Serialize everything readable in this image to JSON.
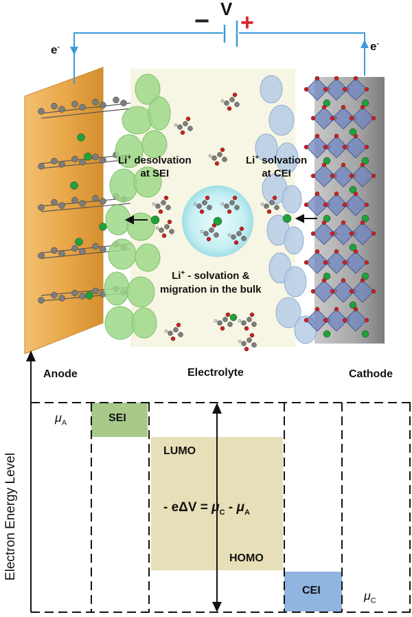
{
  "circuit": {
    "voltage_label": "V",
    "minus_sign": "−",
    "plus_sign": "+",
    "electron_left": "e",
    "electron_right": "e",
    "electron_charge": "-"
  },
  "annotations": {
    "desolvation_ion": "Li",
    "desolvation_ion_charge": "+",
    "desolvation_text_1": " desolvation",
    "desolvation_text_2": "at SEI",
    "solvation_ion": "Li",
    "solvation_ion_charge": "+",
    "solvation_text_1": " solvation",
    "solvation_text_2": "at CEI",
    "bulk_ion": "Li",
    "bulk_ion_charge": "+",
    "bulk_text_1": " - solvation &",
    "bulk_text_2": "migration in the bulk"
  },
  "energy_diagram": {
    "y_axis_label": "Electron Energy Level",
    "anode_label": "Anode",
    "electrolyte_label": "Electrolyte",
    "cathode_label": "Cathode",
    "mu_symbol": "μ",
    "mu_a_sub": "A",
    "mu_c_sub": "C",
    "sei_label": "SEI",
    "cei_label": "CEI",
    "lumo_label": "LUMO",
    "homo_label": "HOMO",
    "equation_prefix": "- eΔV = ",
    "equation_mu_c_sub": "C",
    "equation_minus": " - ",
    "equation_mu_a_sub": "A"
  },
  "colors": {
    "wire": "#3a9ad9",
    "minus": "#222222",
    "plus": "#d9222a",
    "anode_plate": "#e9a84a",
    "cathode_plate": "#a9a9a9",
    "sei": "#8fd07c",
    "cei": "#a9c3df",
    "electrolyte_bg": "#f7f5e3",
    "lithium": "#1ea23a",
    "oxygen": "#d41c1c",
    "carbon": "#7d7d7d",
    "sei_box": "#a8c98a",
    "gap_box": "#e6dfb7",
    "cei_box": "#8fb5e0"
  }
}
